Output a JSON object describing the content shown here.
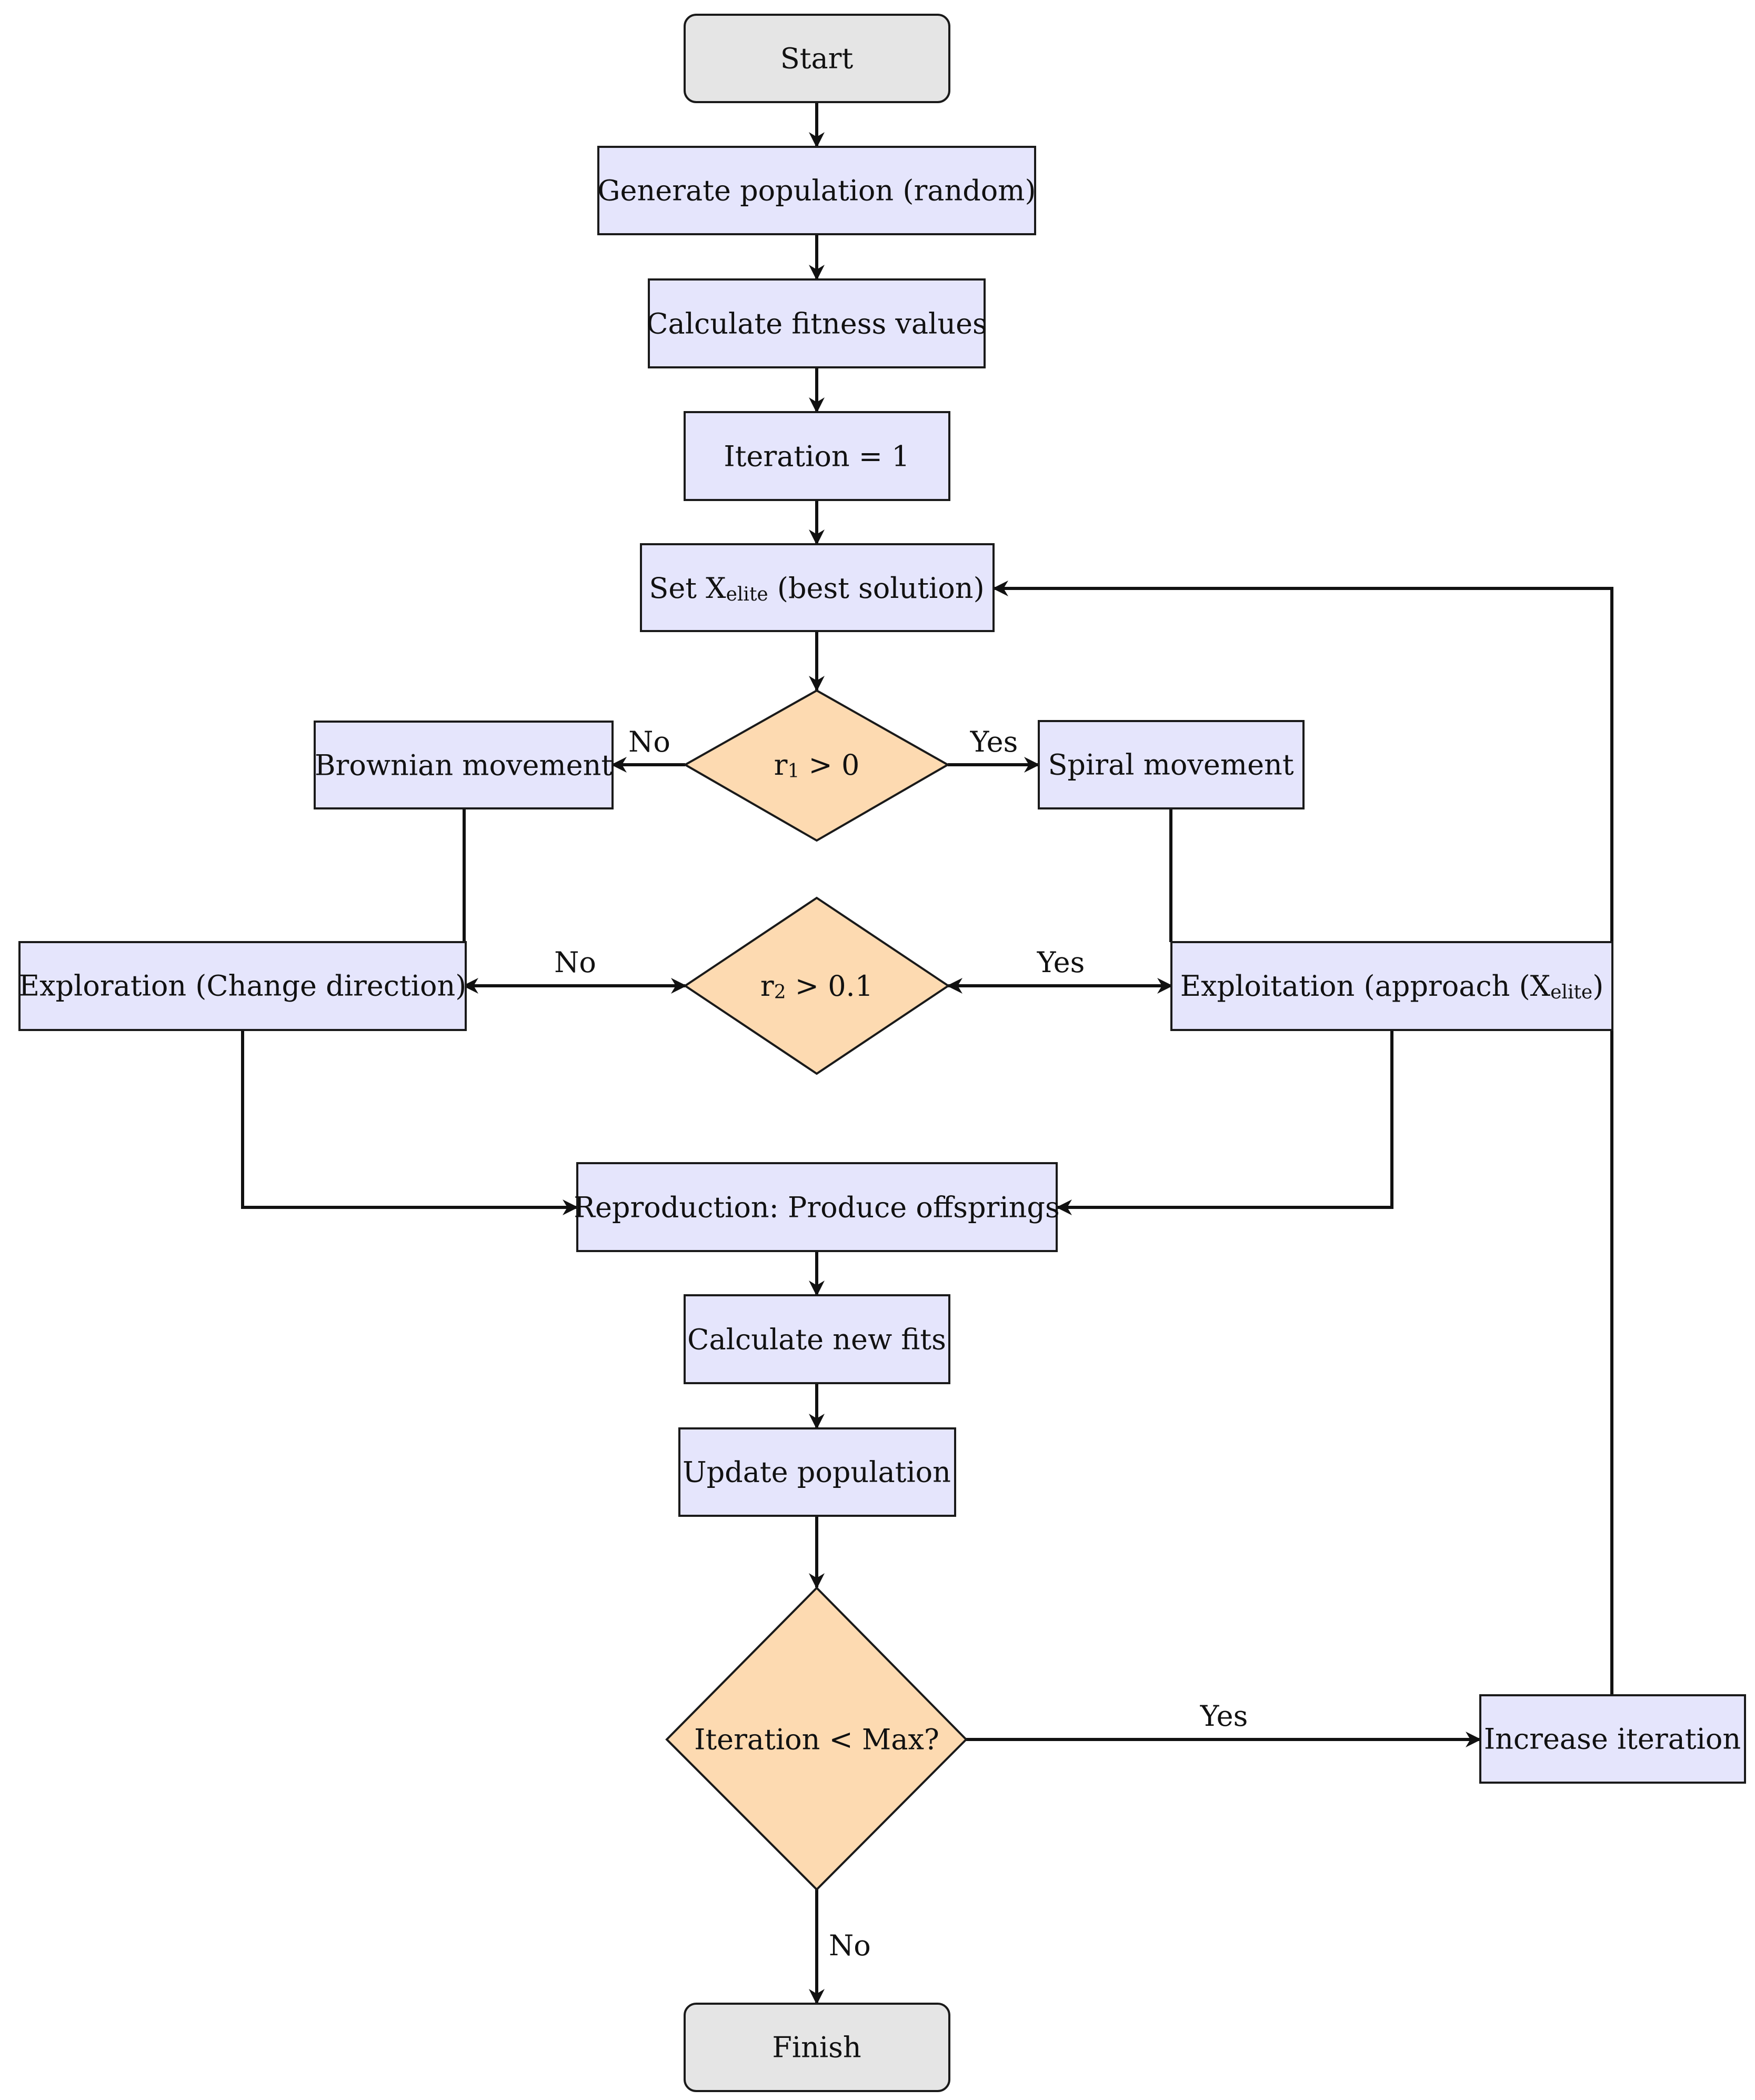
{
  "colors": {
    "terminal_fill": "#e5e5e5",
    "process_fill": "#e5e5fc",
    "decision_fill": "#fddab1",
    "stroke": "#1a1a1a"
  },
  "nodes": {
    "start": "Start",
    "generate": "Generate population (random)",
    "fitness": "Calculate fitness values",
    "iteration_init": "Iteration = 1",
    "set_elite": {
      "pre": "Set X",
      "sub": "elite",
      "post": " (best solution)"
    },
    "decision_r1": {
      "pre": "r",
      "sub": "1",
      "post": " > 0"
    },
    "brownian": "Brownian movement",
    "spiral": "Spiral movement",
    "decision_r2": {
      "pre": "r",
      "sub": "2",
      "post": " > 0.1"
    },
    "exploration": "Exploration (Change direction)",
    "exploitation": {
      "pre": "Exploitation (approach (X",
      "sub": "elite",
      "post": ")"
    },
    "reproduction": "Reproduction: Produce offsprings",
    "new_fits": "Calculate new fits",
    "update": "Update population",
    "decision_iter": "Iteration < Max?",
    "increase": "Increase iteration",
    "finish": "Finish"
  },
  "edge_labels": {
    "r1_no": "No",
    "r1_yes": "Yes",
    "r2_no": "No",
    "r2_yes": "Yes",
    "iter_yes": "Yes",
    "iter_no": "No"
  }
}
